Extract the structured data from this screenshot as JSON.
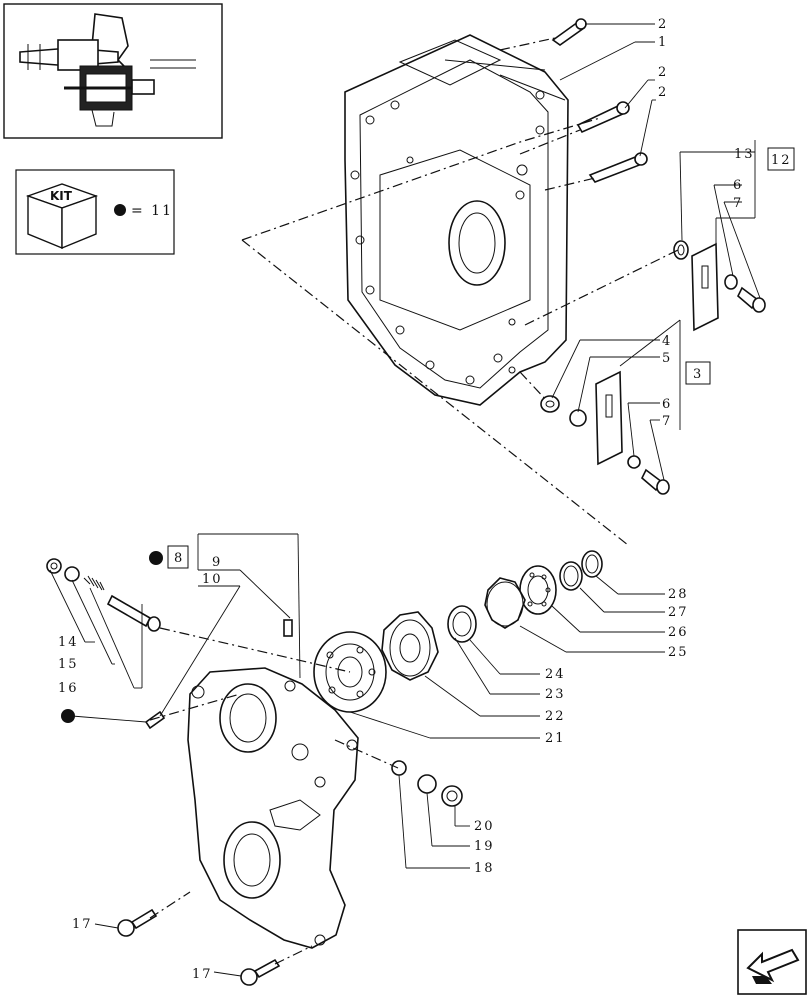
{
  "kit": {
    "label": "KIT",
    "equals": "= 11"
  },
  "callouts": {
    "c1": "1",
    "c2a": "2",
    "c2b": "2",
    "c2c": "2",
    "c3": "3",
    "c4": "4",
    "c5": "5",
    "c6a": "6",
    "c7a": "7",
    "c6b": "6",
    "c7b": "7",
    "c8": "8",
    "c9": "9",
    "c10": "10",
    "c12": "12",
    "c13": "13",
    "c14": "14",
    "c15": "15",
    "c16": "16",
    "c17a": "17",
    "c17b": "17",
    "c18": "18",
    "c19": "19",
    "c20": "20",
    "c21": "21",
    "c22": "22",
    "c23": "23",
    "c24": "24",
    "c25": "25",
    "c26": "26",
    "c27": "27",
    "c28": "28"
  },
  "icons": {
    "kit_box": "kit-box-icon",
    "kit_dot": "filled-dot-icon",
    "nav": "back-arrow-icon"
  }
}
